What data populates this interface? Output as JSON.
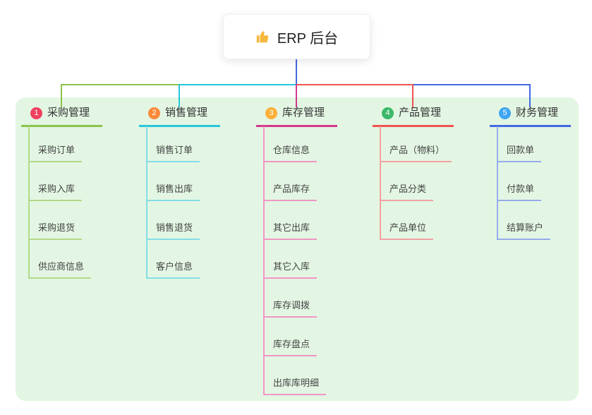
{
  "root": {
    "title": "ERP 后台",
    "icon": "thumbs-up-icon"
  },
  "colors": {
    "canvas_bg": "#ffffff",
    "panel_bg": "#e3f6e3",
    "stem": "#4468e0",
    "thumb": "#f5b83d"
  },
  "branches": [
    {
      "badge": "1",
      "label": "采购管理",
      "badge_color": "#f0415f",
      "line_color": "#8bc34a",
      "child_line_color": "#b2d988",
      "children": [
        "采购订单",
        "采购入库",
        "采购退货",
        "供应商信息"
      ]
    },
    {
      "badge": "2",
      "label": "销售管理",
      "badge_color": "#fb8a3a",
      "line_color": "#26c6da",
      "child_line_color": "#84dde6",
      "children": [
        "销售订单",
        "销售出库",
        "销售退货",
        "客户信息"
      ]
    },
    {
      "badge": "3",
      "label": "库存管理",
      "badge_color": "#fcaf3a",
      "line_color": "#d6368f",
      "child_line_color": "#f096c4",
      "children": [
        "仓库信息",
        "产品库存",
        "其它出库",
        "其它入库",
        "库存调拨",
        "库存盘点",
        "出库库明细"
      ]
    },
    {
      "badge": "4",
      "label": "产品管理",
      "badge_color": "#3cb96a",
      "line_color": "#ef5350",
      "child_line_color": "#f3a1a0",
      "children": [
        "产品（物料）",
        "产品分类",
        "产品单位"
      ]
    },
    {
      "badge": "5",
      "label": "财务管理",
      "badge_color": "#3ea6f2",
      "line_color": "#4169e1",
      "child_line_color": "#97abeb",
      "children": [
        "回款单",
        "付款单",
        "结算账户"
      ]
    }
  ]
}
